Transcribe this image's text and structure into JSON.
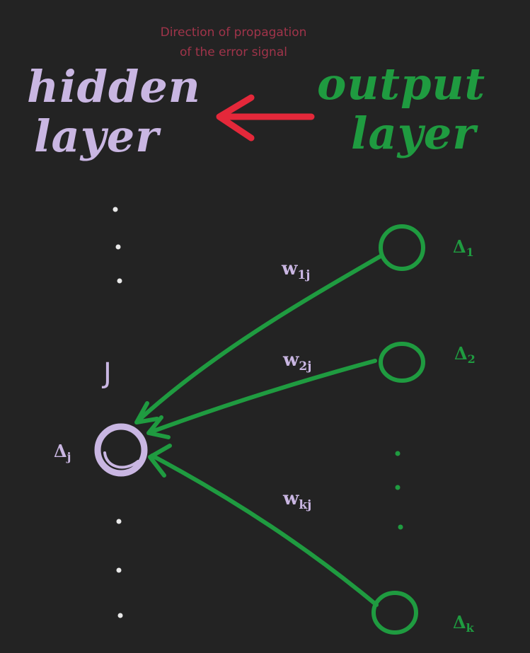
{
  "caption": {
    "line1": "Direction of propagation",
    "line2": "of the error signal"
  },
  "hidden_layer": {
    "title_line1": "hidden",
    "title_line2": "layer",
    "neuron_label": "J",
    "delta_symbol": "Δ",
    "delta_sub": "j"
  },
  "output_layer": {
    "title_line1": "output",
    "title_line2": "layer",
    "neurons": [
      {
        "delta_symbol": "Δ",
        "delta_sub": "1"
      },
      {
        "delta_symbol": "Δ",
        "delta_sub": "2"
      },
      {
        "delta_symbol": "Δ",
        "delta_sub": "k"
      }
    ]
  },
  "weights": [
    {
      "symbol": "w",
      "sub": "1j"
    },
    {
      "symbol": "w",
      "sub": "2j"
    },
    {
      "symbol": "w",
      "sub": "kj"
    }
  ],
  "colors": {
    "background": "#232323",
    "hidden": "#c9b6e2",
    "output": "#1f9b40",
    "direction_arrow": "#e4283a",
    "caption": "#a0344a"
  }
}
